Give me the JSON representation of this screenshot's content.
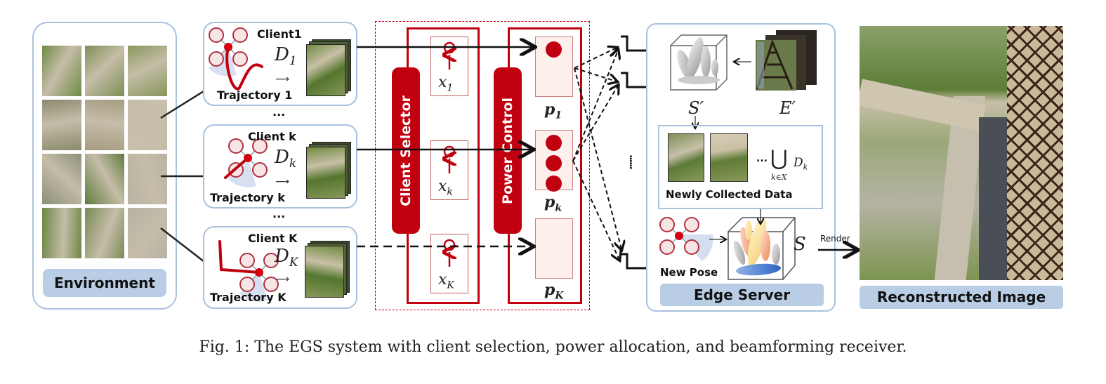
{
  "environment": {
    "label": "Environment",
    "tile_colors": [
      "#6f8a45",
      "#7d8f55",
      "#86975a",
      "#8a8a6e",
      "#a59c82",
      "#c9c0ac",
      "#8c8f7a",
      "#5f7c3d",
      "#b9b3a3",
      "#6d8845",
      "#7a8a56",
      "#b7b2a6"
    ]
  },
  "clients": [
    {
      "name": "Client1",
      "dataset": "D",
      "dataset_sub": "1",
      "trajectory": "Trajectory 1"
    },
    {
      "name": "Client k",
      "dataset": "D",
      "dataset_sub": "k",
      "trajectory": "Trajectory k"
    },
    {
      "name": "Client K",
      "dataset": "D",
      "dataset_sub": "K",
      "trajectory": "Trajectory K"
    }
  ],
  "ellipsis": "...",
  "selector": {
    "label": "Client Selector",
    "vars": [
      {
        "sym": "x",
        "sub": "1"
      },
      {
        "sym": "x",
        "sub": "k"
      },
      {
        "sym": "x",
        "sub": "K"
      }
    ]
  },
  "power": {
    "label": "Power Control",
    "vars": [
      {
        "sym": "p",
        "sub": "1",
        "dots": 1
      },
      {
        "sym": "p",
        "sub": "k",
        "dots": 3
      },
      {
        "sym": "p",
        "sub": "K",
        "dots": 0
      }
    ]
  },
  "receiver_dots": "......",
  "edge_server": {
    "label": "Edge Server",
    "s_prime": "S′",
    "e_prime": "E′",
    "newly_collected_label": "Newly Collected Data",
    "union_ellipsis": "...",
    "union_symbol": "⋃",
    "union_sub": "k∈X",
    "union_term": "D",
    "union_term_sub": "k",
    "new_pose_label": "New Pose",
    "s_label": "S"
  },
  "render_label": "Render",
  "reconstructed": {
    "label": "Reconstructed Image"
  },
  "colors": {
    "accent_red": "#c0000e",
    "panel_border": "#a9c1dd",
    "label_bg": "#b9cde4",
    "light_red_fill": "#fdf0ec"
  },
  "caption": "Fig. 1: The EGS system with client selection, power allocation, and beamforming receiver."
}
